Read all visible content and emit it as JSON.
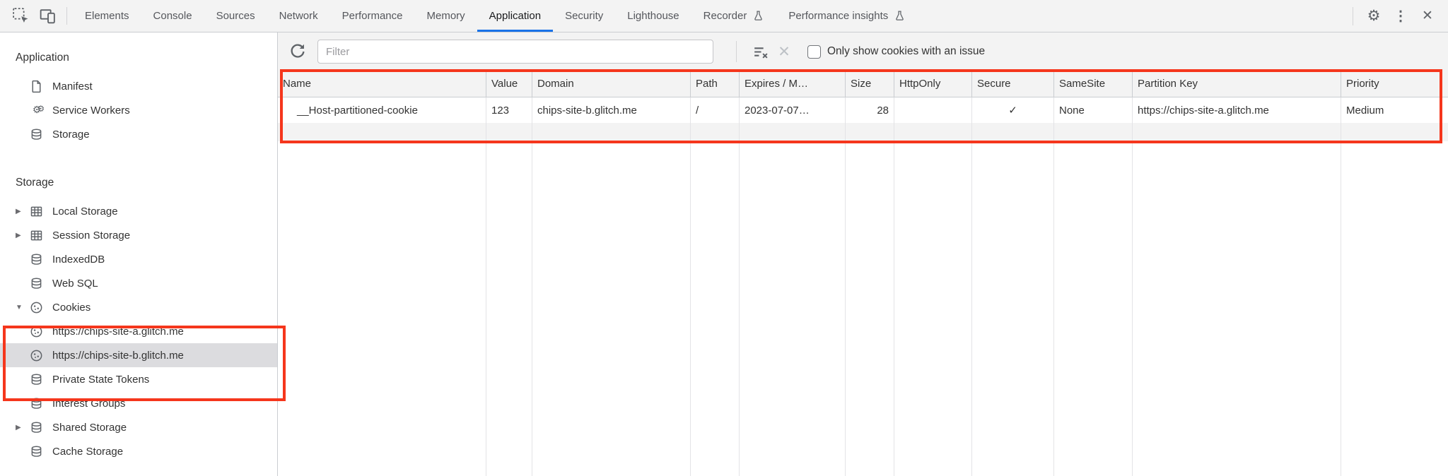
{
  "colors": {
    "accent_blue": "#1a73e8",
    "annotation_red": "#f5361c",
    "selection_gray": "#dcdcdf"
  },
  "tabbar": {
    "tabs": [
      {
        "label": "Elements",
        "active": false
      },
      {
        "label": "Console",
        "active": false
      },
      {
        "label": "Sources",
        "active": false
      },
      {
        "label": "Network",
        "active": false
      },
      {
        "label": "Performance",
        "active": false
      },
      {
        "label": "Memory",
        "active": false
      },
      {
        "label": "Application",
        "active": true
      },
      {
        "label": "Security",
        "active": false
      },
      {
        "label": "Lighthouse",
        "active": false
      },
      {
        "label": "Recorder",
        "active": false,
        "flask": true
      },
      {
        "label": "Performance insights",
        "active": false,
        "flask": true
      }
    ]
  },
  "sidebar": {
    "application": {
      "title": "Application",
      "items": [
        {
          "label": "Manifest",
          "icon": "file-icon"
        },
        {
          "label": "Service Workers",
          "icon": "gears-icon"
        },
        {
          "label": "Storage",
          "icon": "database-icon"
        }
      ]
    },
    "storage": {
      "title": "Storage",
      "items": [
        {
          "label": "Local Storage",
          "icon": "table-icon",
          "expand": "collapsed"
        },
        {
          "label": "Session Storage",
          "icon": "table-icon",
          "expand": "collapsed"
        },
        {
          "label": "IndexedDB",
          "icon": "database-icon"
        },
        {
          "label": "Web SQL",
          "icon": "database-icon"
        },
        {
          "label": "Cookies",
          "icon": "cookie-icon",
          "expand": "expanded",
          "children": [
            {
              "label": "https://chips-site-a.glitch.me",
              "selected": false
            },
            {
              "label": "https://chips-site-b.glitch.me",
              "selected": true
            }
          ]
        },
        {
          "label": "Private State Tokens",
          "icon": "database-icon"
        },
        {
          "label": "Interest Groups",
          "icon": "database-icon"
        },
        {
          "label": "Shared Storage",
          "icon": "database-icon",
          "expand": "collapsed"
        },
        {
          "label": "Cache Storage",
          "icon": "database-icon"
        }
      ]
    }
  },
  "toolbar": {
    "filter_placeholder": "Filter",
    "filter_value": "",
    "checkbox_label": "Only show cookies with an issue",
    "checkbox_checked": false
  },
  "cookie_table": {
    "columns": [
      "Name",
      "Value",
      "Domain",
      "Path",
      "Expires / M…",
      "Size",
      "HttpOnly",
      "Secure",
      "SameSite",
      "Partition Key",
      "Priority"
    ],
    "rows": [
      {
        "name": "__Host-partitioned-cookie",
        "value": "123",
        "domain": "chips-site-b.glitch.me",
        "path": "/",
        "expires": "2023-07-07…",
        "size": "28",
        "httponly": "",
        "secure": "✓",
        "samesite": "None",
        "partition_key": "https://chips-site-a.glitch.me",
        "priority": "Medium"
      }
    ]
  },
  "icons": {
    "triangle_collapsed": "▶",
    "triangle_expanded": "▼",
    "settings": "⚙",
    "more": "⋮",
    "close": "✕",
    "secure_check": "✓"
  }
}
